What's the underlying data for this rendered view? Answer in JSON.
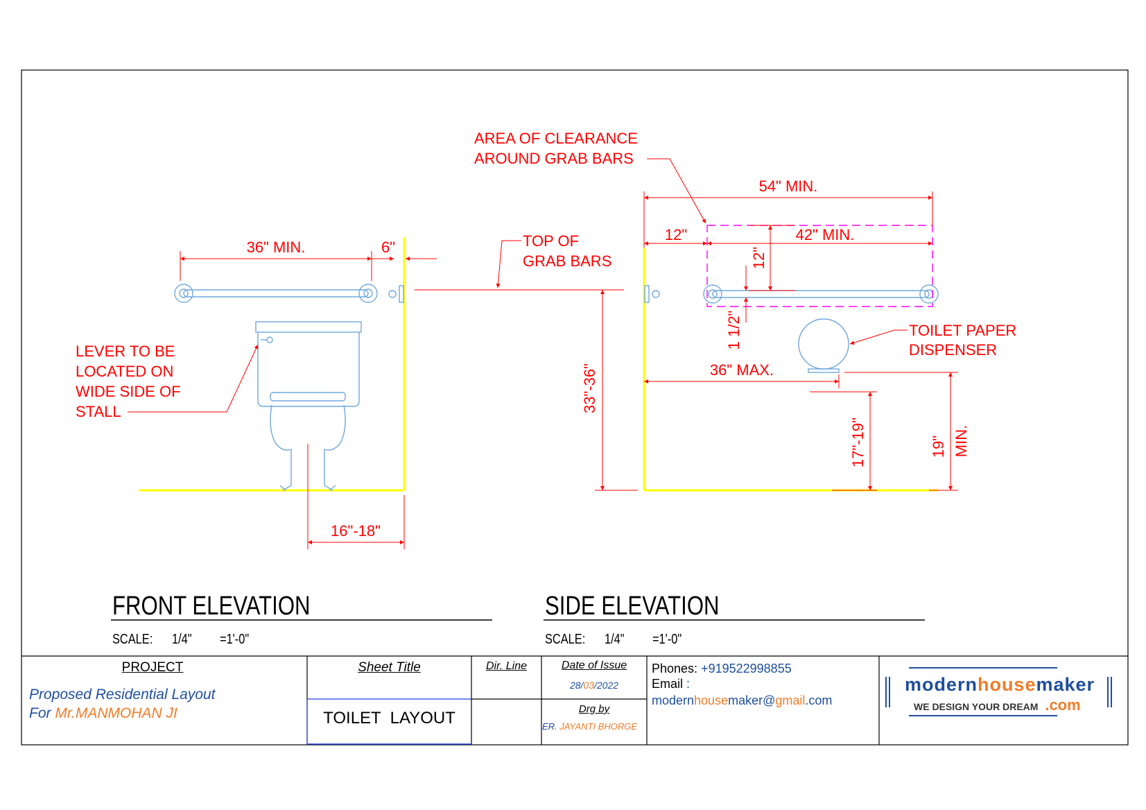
{
  "drawing": {
    "labels": {
      "clearance_line1": "AREA OF CLEARANCE",
      "clearance_line2": "AROUND GRAB BARS",
      "top_line1": "TOP OF",
      "top_line2": "GRAB  BARS",
      "lever_line1": "LEVER TO BE",
      "lever_line2": "LOCATED  ON",
      "lever_line3": "WIDE SIDE OF",
      "lever_line4": "STALL",
      "paper_line1": "TOILET PAPER",
      "paper_line2": "DISPENSER"
    },
    "dimensions": {
      "front_bar_length": "36\" MIN.",
      "front_offset": "6\"",
      "toilet_centerline": "16\"-18\"",
      "bar_height": "33\"-36\"",
      "side_overall": "54\" MIN.",
      "side_left": "12\"",
      "side_right": "42\" MIN.",
      "clear_above": "12\"",
      "bar_gap": "1 1/2\"",
      "dispenser_max": "36\" MAX.",
      "seat_height": "17\"-19\"",
      "dispenser_height": "19\"",
      "dispenser_height_min": "MIN."
    },
    "views": {
      "front_title": "FRONT ELEVATION",
      "front_scale_label": "SCALE:",
      "front_scale_a": "1/4\"",
      "front_scale_b": "=1'-0\"",
      "side_title": "SIDE ELEVATION",
      "side_scale_label": "SCALE:",
      "side_scale_a": "1/4\"",
      "side_scale_b": "=1'-0\""
    }
  },
  "title_block": {
    "project_header": "PROJECT",
    "project_line1": "Proposed Residential Layout",
    "project_line2_prefix": "For ",
    "project_line2_name": "Mr.MANMOHAN JI",
    "sheet_title_header": "Sheet Title",
    "sheet_title": "TOILET  LAYOUT",
    "dir_line_header": "Dir. Line",
    "date_header": "Date of Issue",
    "date_day": "28/",
    "date_month": "03",
    "date_year": "/2022",
    "drawn_by_header": "Drg by",
    "drawn_by_prefix": "ER. ",
    "drawn_by_name": "JAYANTI BHORGE",
    "phones_label": "Phones:",
    "phones_value": "+919522998855",
    "email_label": "Email",
    "email_colon": " :",
    "email_part1": "modern",
    "email_part2": "house",
    "email_part3": "maker",
    "email_part4": "@",
    "email_part5": "gmail",
    "email_part6": ".com",
    "logo_part1": "modern",
    "logo_part2": "house",
    "logo_part3": "maker",
    "logo_tagline": "WE DESIGN YOUR DREAM",
    "logo_tld": ".com"
  },
  "colors": {
    "dimension": "#ff0000",
    "wall": "#ffff00",
    "fixture": "#6fa8dc",
    "clearance": "#ff00ff",
    "accent_orange": "#f07c28",
    "text_blue": "#1f4e9c"
  }
}
